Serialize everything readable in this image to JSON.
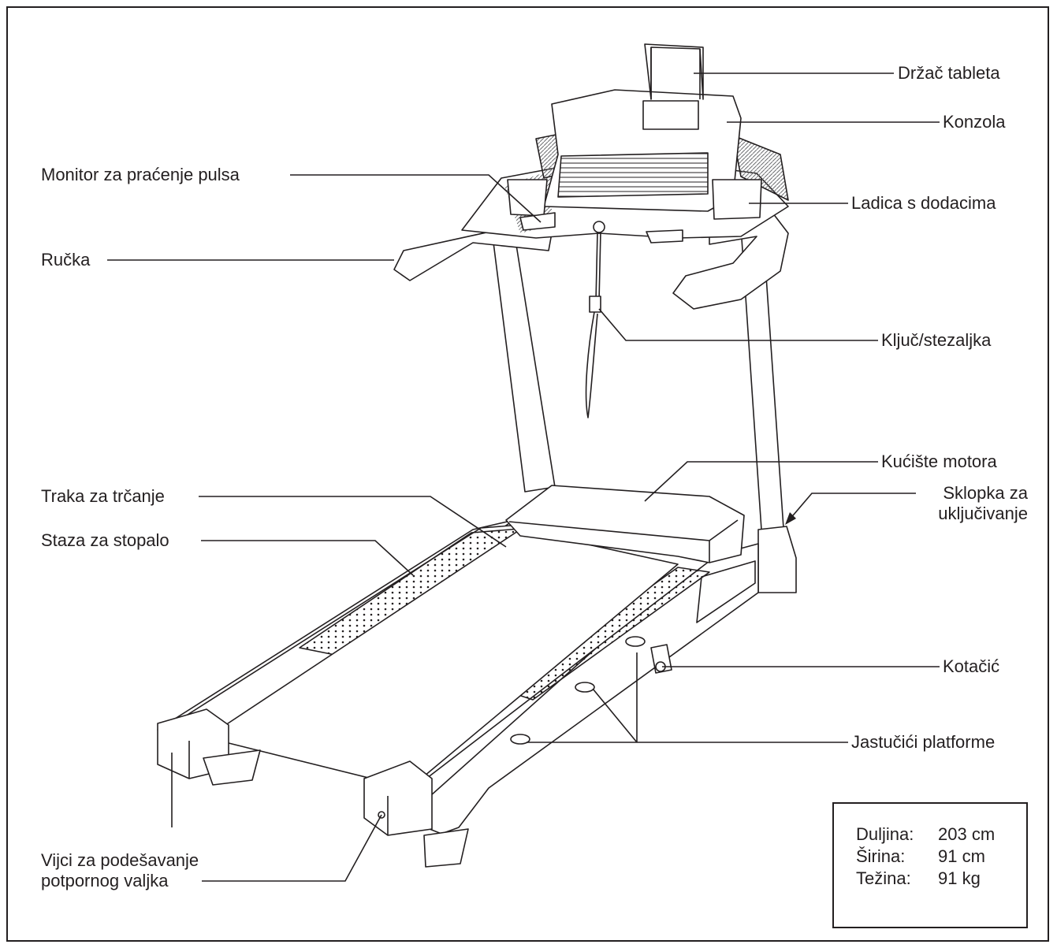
{
  "labels": {
    "tablet_holder": "Držač tableta",
    "console": "Konzola",
    "pulse_monitor": "Monitor za praćenje pulsa",
    "accessory_tray": "Ladica s dodacima",
    "handrail": "Ručka",
    "key_clip": "Ključ/stezaljka",
    "motor_hood": "Kućište motora",
    "walking_belt": "Traka za trčanje",
    "power_switch_line1": "Sklopka za",
    "power_switch_line2": "uključivanje",
    "foot_rail": "Staza za stopalo",
    "wheel": "Kotačić",
    "platform_cushions": "Jastučići platforme",
    "roller_bolts_line1": "Vijci za podešavanje",
    "roller_bolts_line2": "potpornog valjka"
  },
  "specs": [
    {
      "key": "Duljina:",
      "value": "203 cm"
    },
    {
      "key": "Širina:",
      "value": "91 cm"
    },
    {
      "key": "Težina:",
      "value": "91 kg"
    }
  ]
}
